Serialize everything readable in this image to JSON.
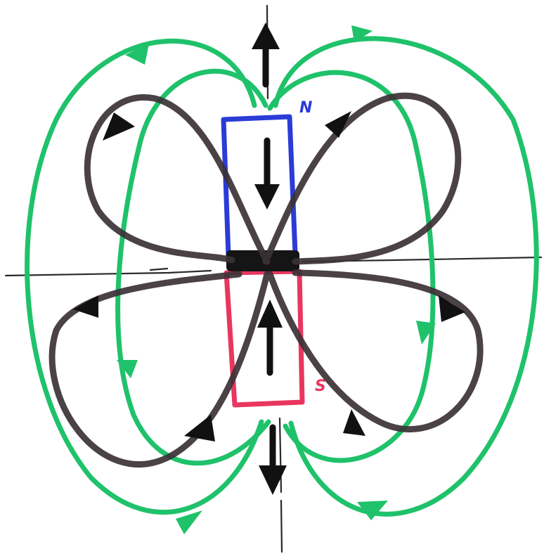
{
  "labels": {
    "north": "N",
    "south": "S"
  },
  "colors": {
    "background": "#ffffff",
    "axis": "#2a2a2a",
    "green_field_lines": "#1fc26a",
    "black_field_lines": "#3b3236",
    "north_pole": "#2b3cd6",
    "south_pole": "#e8365f",
    "equator_band": "#111111",
    "arrow": "#111111"
  },
  "icons": {
    "arrow_head": "triangle-arrow"
  }
}
